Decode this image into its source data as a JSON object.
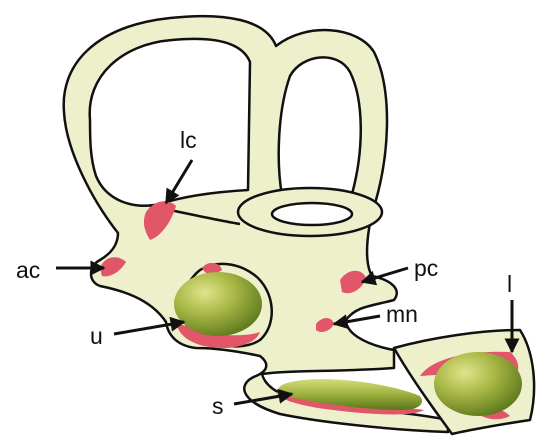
{
  "labels": {
    "lc": "lc",
    "ac": "ac",
    "pc": "pc",
    "mn": "mn",
    "u": "u",
    "s": "s",
    "l": "l"
  },
  "colors": {
    "background": "#ffffff",
    "membrane_fill": "#eef0cc",
    "outline": "#111111",
    "sensory_patch": "#e2566a",
    "otolith_light": "#c9cf68",
    "otolith_dark": "#5e7a1c"
  }
}
